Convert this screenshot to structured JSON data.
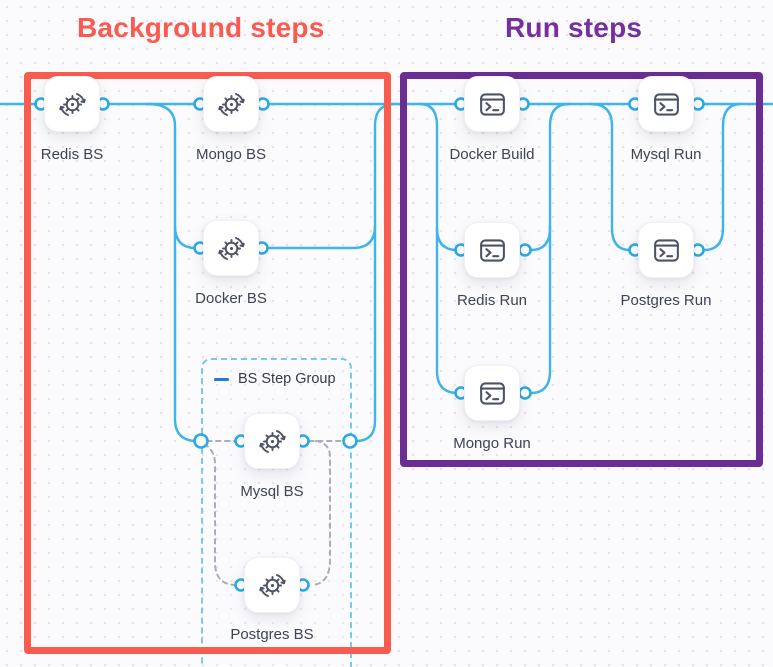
{
  "titles": {
    "background": "Background steps",
    "run": "Run steps"
  },
  "step_group": {
    "label": "BS Step Group"
  },
  "nodes": [
    {
      "id": "redis-bs",
      "label": "Redis BS",
      "icon": "gear-sync-icon"
    },
    {
      "id": "mongo-bs",
      "label": "Mongo BS",
      "icon": "gear-sync-icon"
    },
    {
      "id": "docker-bs",
      "label": "Docker BS",
      "icon": "gear-sync-icon"
    },
    {
      "id": "mysql-bs",
      "label": "Mysql BS",
      "icon": "gear-sync-icon"
    },
    {
      "id": "postgres-bs",
      "label": "Postgres BS",
      "icon": "gear-sync-icon"
    },
    {
      "id": "docker-build",
      "label": "Docker Build",
      "icon": "terminal-icon"
    },
    {
      "id": "mysql-run",
      "label": "Mysql Run",
      "icon": "terminal-icon"
    },
    {
      "id": "redis-run",
      "label": "Redis Run",
      "icon": "terminal-icon"
    },
    {
      "id": "postgres-run",
      "label": "Postgres Run",
      "icon": "terminal-icon"
    },
    {
      "id": "mongo-run",
      "label": "Mongo Run",
      "icon": "terminal-icon"
    }
  ],
  "badges": {
    "code": "</>"
  },
  "colors": {
    "background_frame": "#f85c4f",
    "run_frame": "#6c2d93",
    "background_title": "#fb5a50",
    "run_title": "#752f9e",
    "edge": "#3db4ea",
    "dashed_edge": "#a8adb9",
    "group_border": "#79c9ef",
    "icon": "#4d5366"
  }
}
